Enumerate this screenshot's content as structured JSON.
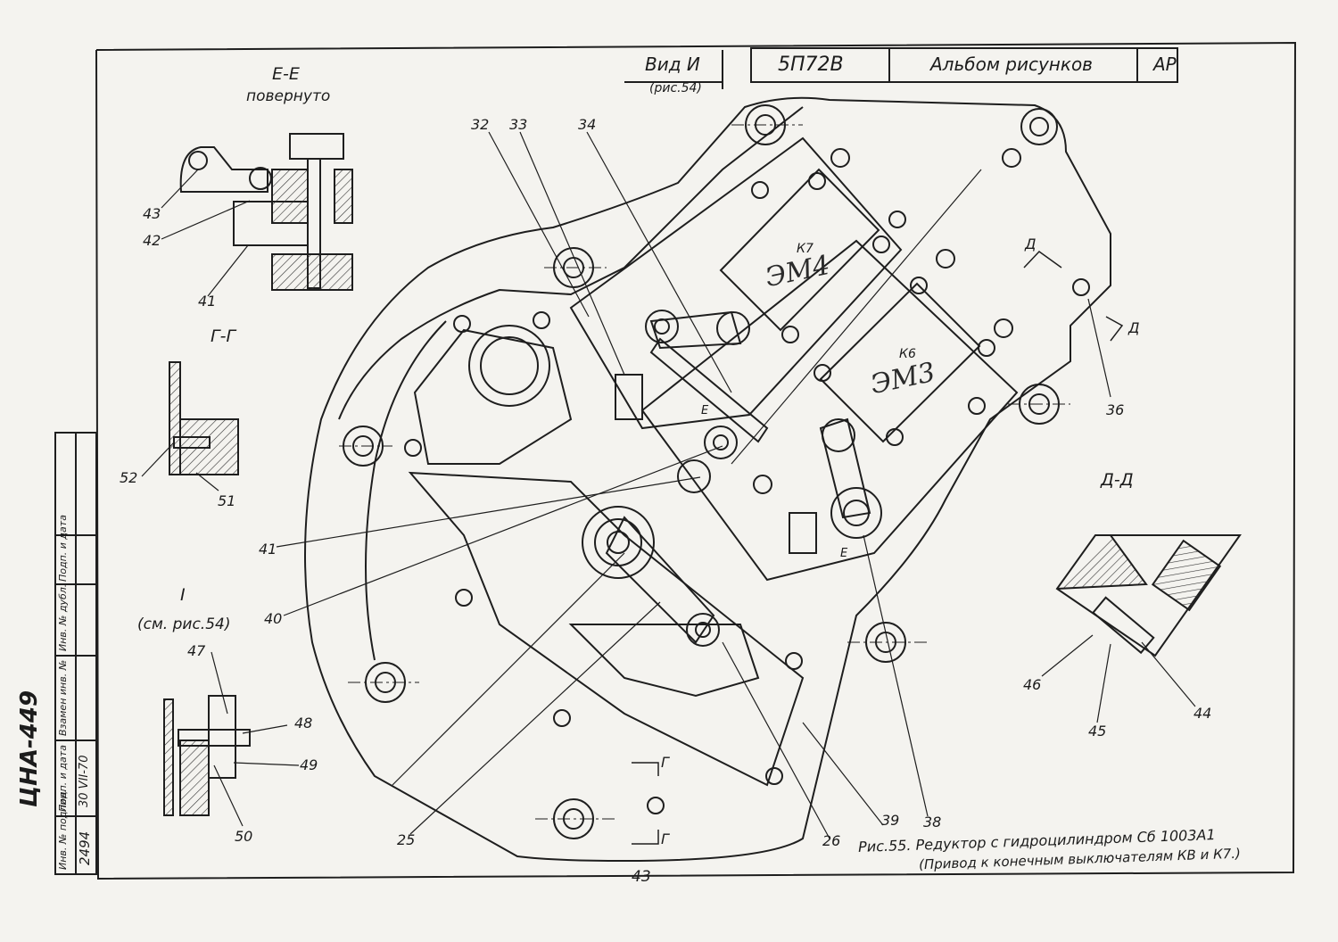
{
  "title_block": {
    "view_label": "Вид И",
    "view_ref": "(рис.54)",
    "model": "5П72В",
    "album": "Альбом рисунков",
    "code": "АР"
  },
  "sections": {
    "ee_title": "Е-Е",
    "ee_subtitle": "повернуто",
    "gg_title": "Г-Г",
    "i_title": "I",
    "i_ref": "(см. рис.54)",
    "dd_title": "Д-Д"
  },
  "callouts": {
    "c32": "32",
    "c33": "33",
    "c34": "34",
    "c36": "36",
    "c41a": "41",
    "c42": "42",
    "c43": "43",
    "c52": "52",
    "c51": "51",
    "c41b": "41",
    "c40": "40",
    "c47": "47",
    "c48": "48",
    "c49": "49",
    "c50": "50",
    "c25": "25",
    "c26": "26",
    "c39": "39",
    "c38": "38",
    "c46": "46",
    "c45": "45",
    "c44": "44"
  },
  "markers": {
    "d_top": "Д",
    "d_side": "Д",
    "g_top": "Г",
    "g_bottom": "Г",
    "e_upper": "Е",
    "e_lower": "Е"
  },
  "devices": {
    "k7_code": "К7",
    "k7_name": "ЭМ4",
    "k6_code": "К6",
    "k6_name": "ЭМ3"
  },
  "caption": {
    "line1": "Рис.55. Редуктор с гидроцилиндром Сб 1003А1",
    "line2": "(Привод к конечным выключателям КВ и К7.)"
  },
  "page_number": "43",
  "stamp": {
    "archive": "ЦНА-449",
    "col_inv": "Инв. № подлин.",
    "col_sign": "Подп. и дата",
    "col_repl": "Взамен инв. №",
    "col_dup": "Инв. № дубл.",
    "col_sign2": "Подп. и дата",
    "inv_value": "2494",
    "date_value": "30 VII-70"
  }
}
